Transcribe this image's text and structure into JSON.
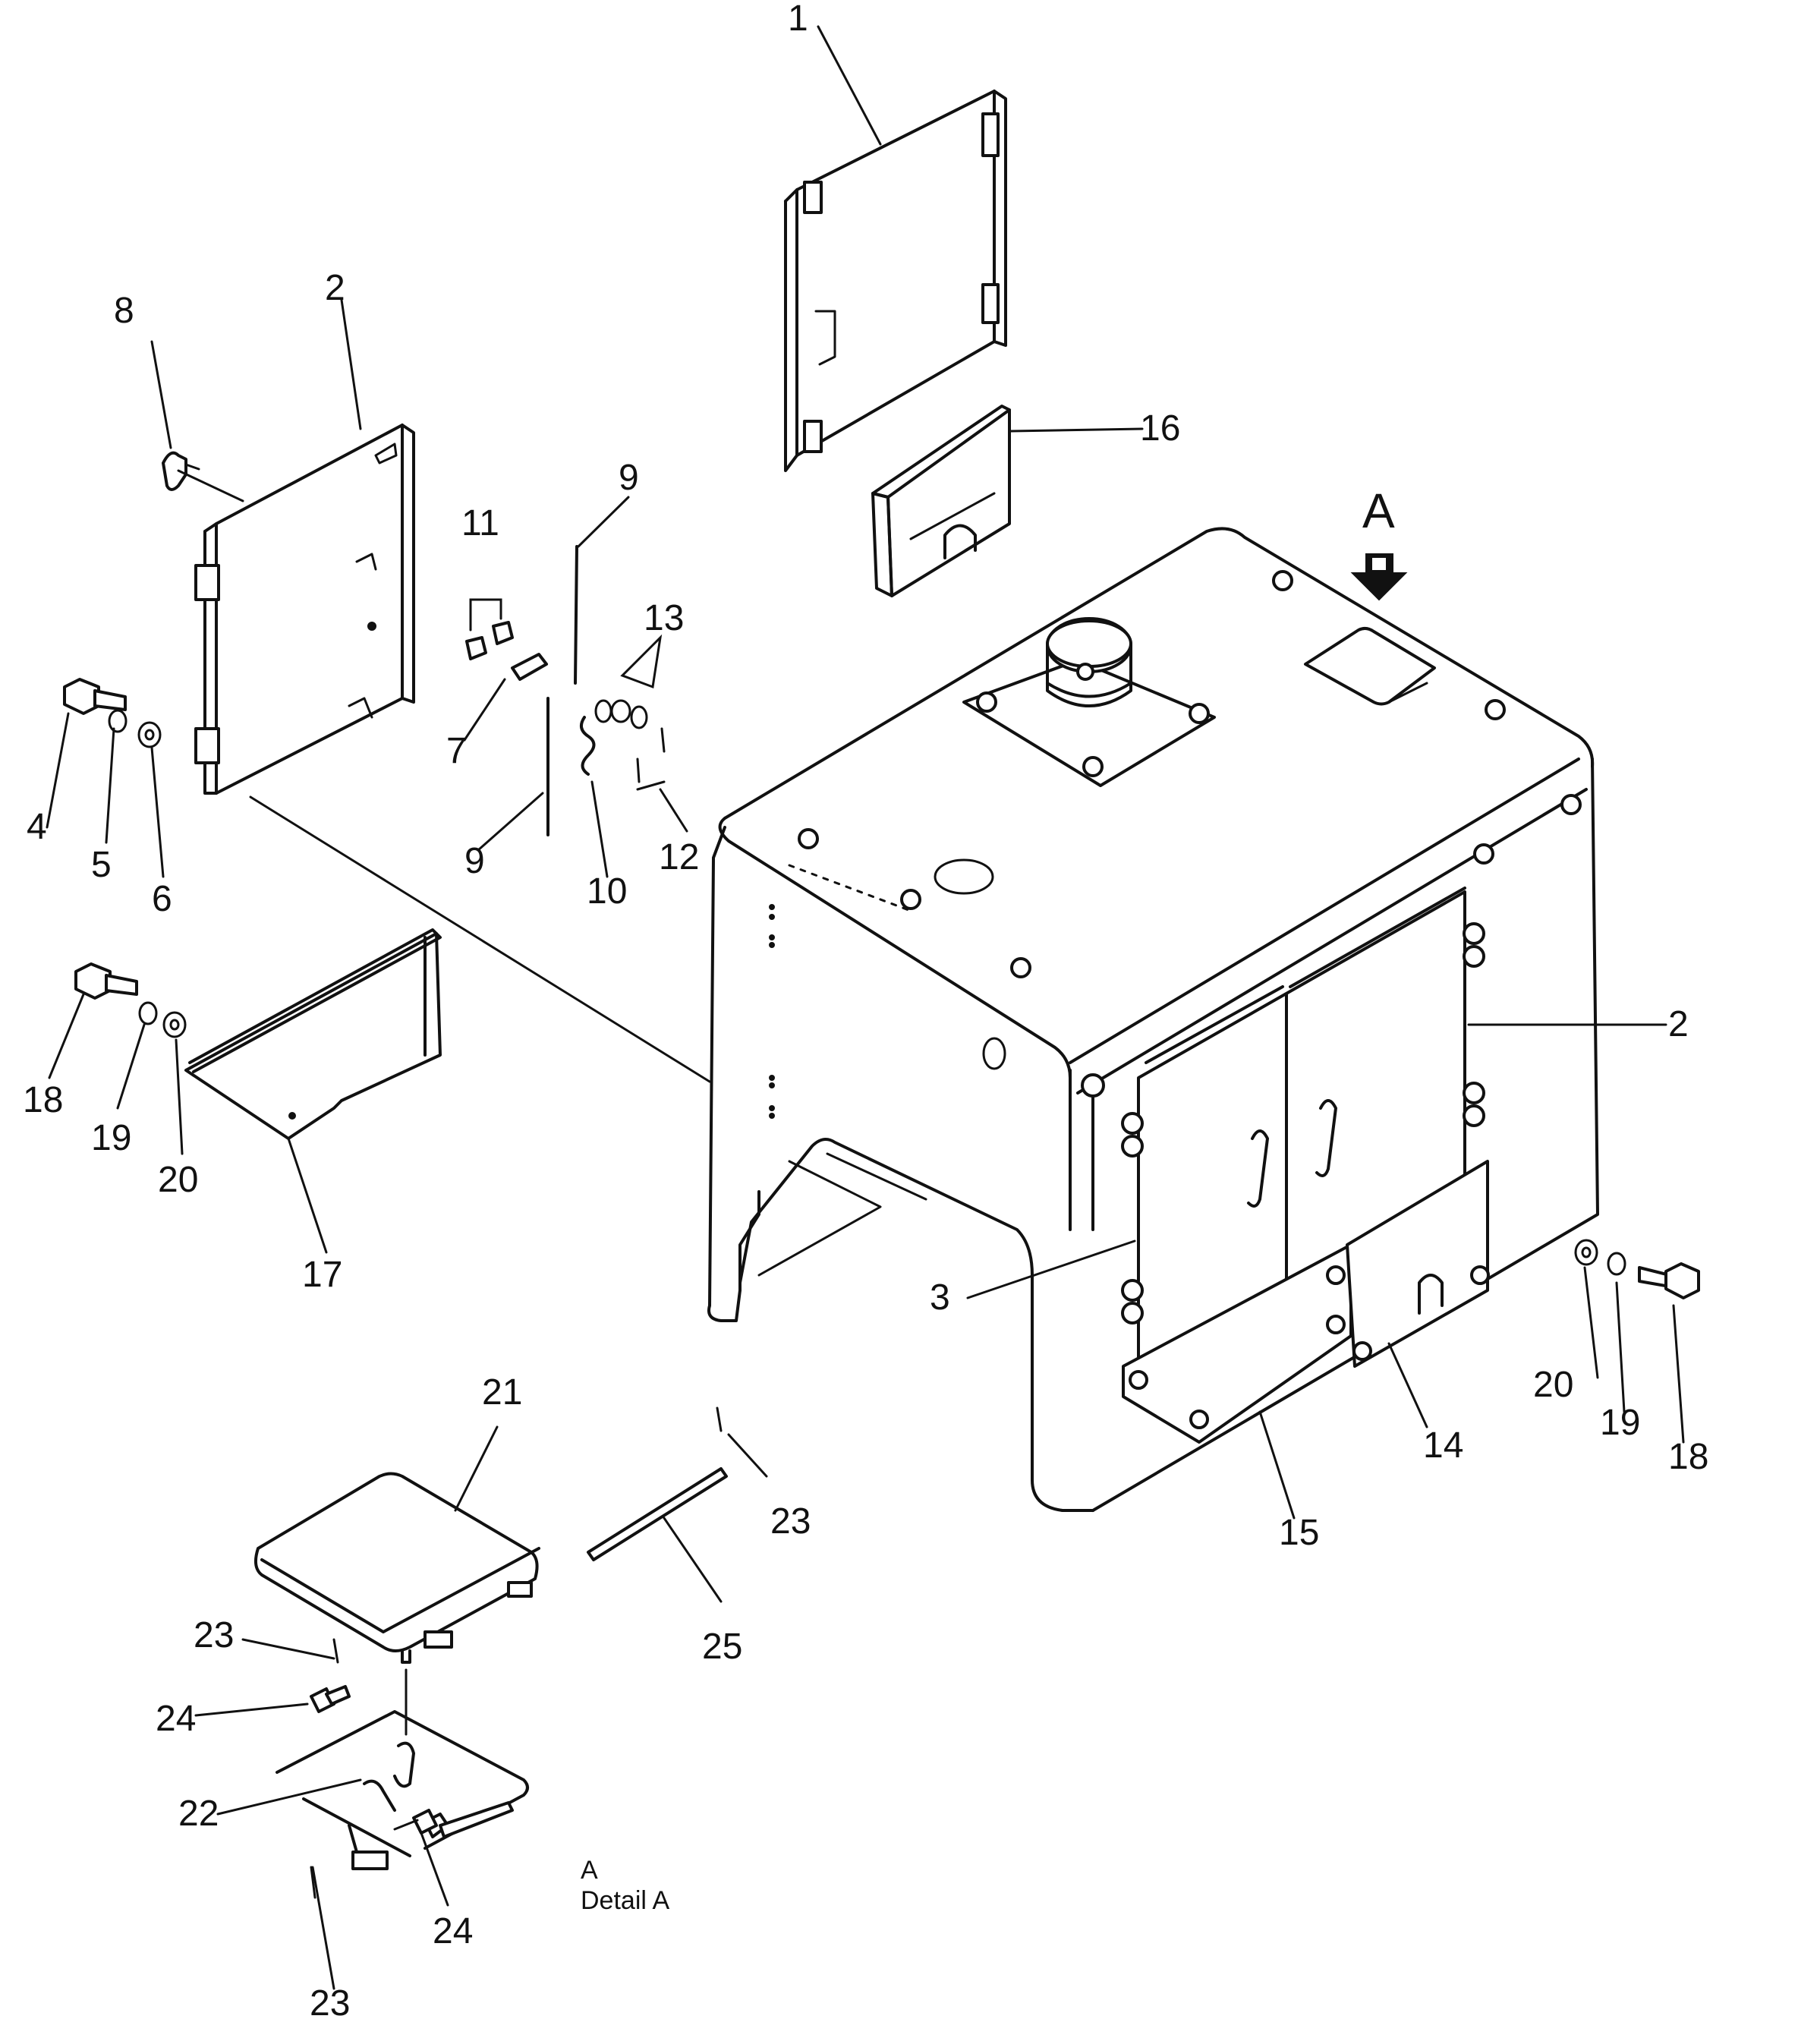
{
  "callouts": {
    "c1": "1",
    "c2a": "2",
    "c2b": "2",
    "c3": "3",
    "c4": "4",
    "c5": "5",
    "c6": "6",
    "c7": "7",
    "c8": "8",
    "c9a": "9",
    "c9b": "9",
    "c10": "10",
    "c11": "11",
    "c12": "12",
    "c13": "13",
    "c14": "14",
    "c15": "15",
    "c16": "16",
    "c17": "17",
    "c18a": "18",
    "c18b": "18",
    "c19a": "19",
    "c19b": "19",
    "c20a": "20",
    "c20b": "20",
    "c21": "21",
    "c22": "22",
    "c23a": "23",
    "c23b": "23",
    "c23c": "23",
    "c24a": "24",
    "c24b": "24",
    "c25": "25"
  },
  "view_marker": "A",
  "detail_caption": {
    "line1": "A",
    "line2": "Detail  A"
  },
  "colors": {
    "ink": "#111111",
    "paper": "#ffffff"
  }
}
